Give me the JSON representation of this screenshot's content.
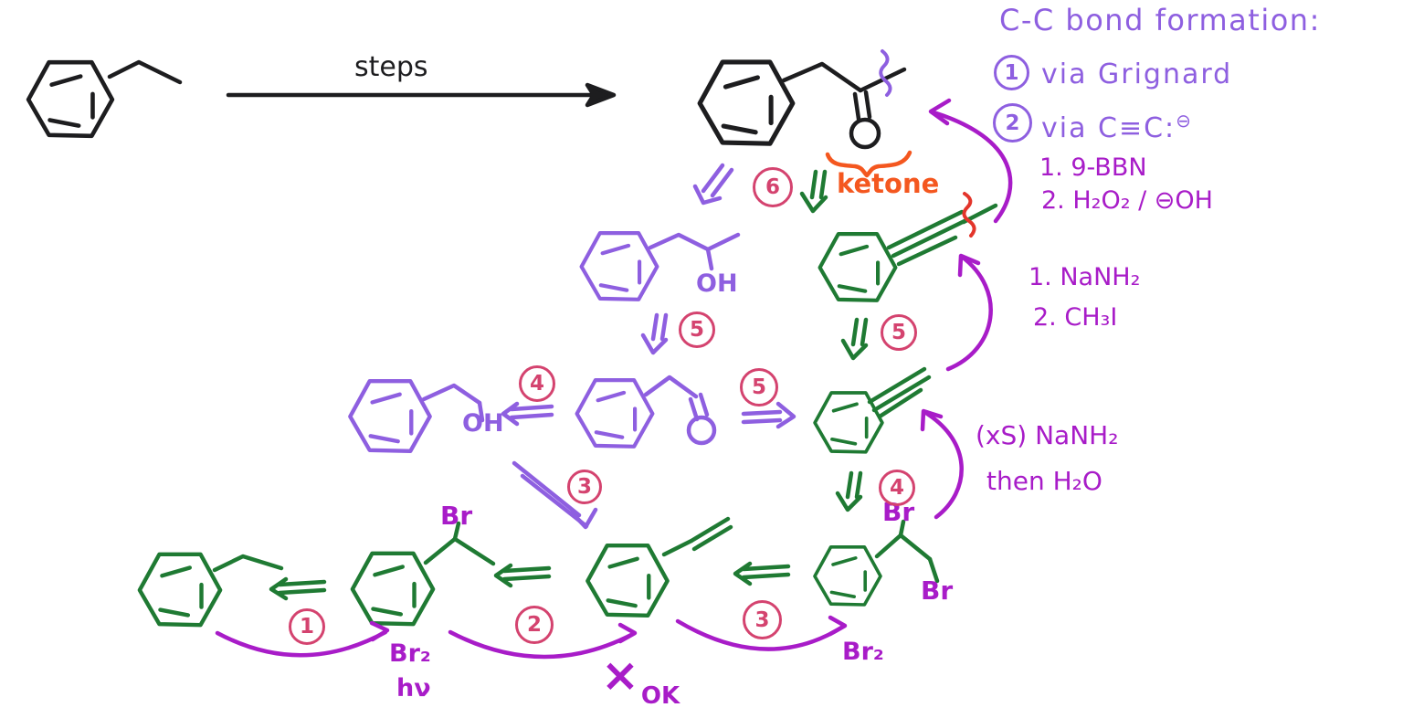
{
  "colors": {
    "structure_black": "#1d1d1f",
    "structure_purple": "#8e5fe0",
    "structure_green": "#1f7a33",
    "reagent_magenta": "#a81cc8",
    "step_circle_crimson": "#d4436f",
    "highlight_orange": "#f4571f",
    "disconnect_red": "#e3352b"
  },
  "reaction_arrow": {
    "label": "steps"
  },
  "target": {
    "functional_group_label": "ketone"
  },
  "header": {
    "title": "C-C bond formation:",
    "item1": {
      "num": "1",
      "text": "via Grignard"
    },
    "item2": {
      "num": "2",
      "text": "via C≡C:",
      "sup": "⊖"
    }
  },
  "reagents": {
    "hydroboration": {
      "line1": "1. 9-BBN",
      "line2": "2. H₂O₂ / ⊖OH"
    },
    "methylation": {
      "line1": "1. NaNH₂",
      "line2": "2. CH₃I"
    },
    "double_elimination": {
      "line1": "(xS) NaNH₂",
      "line2": "then H₂O"
    },
    "radical_bromination": {
      "line1": "Br₂",
      "line2": "hν"
    },
    "elimination_crossed": {
      "cross": "×",
      "text": "OK"
    },
    "bromination": "Br₂"
  },
  "atom_labels": {
    "oh_secondary": "OH",
    "oh_primary": "OH",
    "br_benzylic": "Br",
    "br_top": "Br",
    "br_bottom": "Br"
  },
  "circled_steps": {
    "step6": "6",
    "step5_left": "5",
    "step5_right": "5",
    "step4_left": "4",
    "step5_mid": "5",
    "step4_right": "4",
    "step3_diag": "3",
    "step1": "1",
    "step2": "2",
    "step3_bottom": "3"
  }
}
